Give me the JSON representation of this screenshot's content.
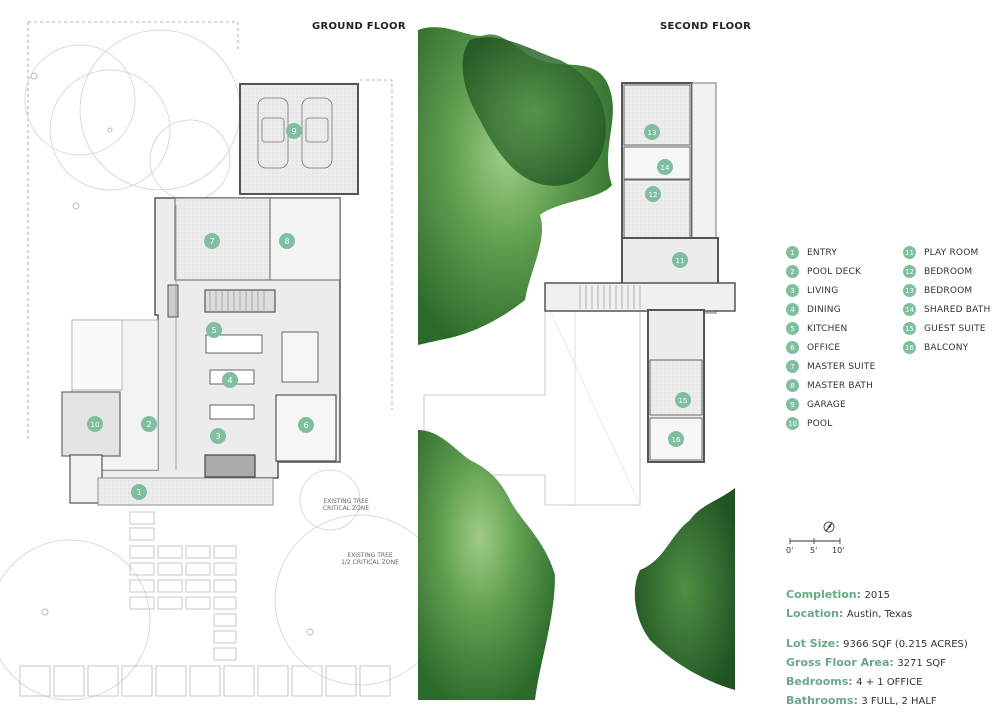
{
  "plans": {
    "ground_title": "GROUND FLOOR",
    "second_title": "SECOND FLOOR"
  },
  "room_badges": {
    "ground": [
      "1",
      "2",
      "3",
      "4",
      "5",
      "6",
      "7",
      "8",
      "9",
      "10"
    ],
    "second": [
      "11",
      "12",
      "13",
      "14",
      "15",
      "16"
    ]
  },
  "legend": {
    "left": [
      {
        "num": "1",
        "label": "ENTRY"
      },
      {
        "num": "2",
        "label": "POOL DECK"
      },
      {
        "num": "3",
        "label": "LIVING"
      },
      {
        "num": "4",
        "label": "DINING"
      },
      {
        "num": "5",
        "label": "KITCHEN"
      },
      {
        "num": "6",
        "label": "OFFICE"
      },
      {
        "num": "7",
        "label": "MASTER SUITE"
      },
      {
        "num": "8",
        "label": "MASTER BATH"
      },
      {
        "num": "9",
        "label": "GARAGE"
      },
      {
        "num": "10",
        "label": "POOL"
      }
    ],
    "right": [
      {
        "num": "11",
        "label": "PLAY ROOM"
      },
      {
        "num": "12",
        "label": "BEDROOM"
      },
      {
        "num": "13",
        "label": "BEDROOM"
      },
      {
        "num": "14",
        "label": "SHARED BATH"
      },
      {
        "num": "15",
        "label": "GUEST SUITE"
      },
      {
        "num": "16",
        "label": "BALCONY"
      }
    ]
  },
  "scale": {
    "labels": [
      "0'",
      "5'",
      "10'"
    ]
  },
  "annotations": {
    "tree_zone_1": [
      "EXISTING TREE",
      "CRITICAL ZONE"
    ],
    "tree_zone_2": [
      "EXISTING TREE",
      "1/2 CRITICAL ZONE"
    ]
  },
  "facts": [
    {
      "key": "Completion:",
      "value": "2015"
    },
    {
      "key": "Location:",
      "value": "Austin, Texas"
    },
    {
      "key": "Lot Size:",
      "value": "9366 SQF (0.215 ACRES)"
    },
    {
      "key": "Gross Floor Area:",
      "value": "3271 SQF"
    },
    {
      "key": "Bedrooms:",
      "value": "4 + 1 OFFICE"
    },
    {
      "key": "Bathrooms:",
      "value": "3 FULL, 2 HALF"
    }
  ],
  "colors": {
    "badge": "#7fbf9f",
    "fact_key": "#6aa887",
    "tree_dark": "#2f6b2c",
    "tree_light": "#8fc07a",
    "wall": "#555555",
    "floor": "#e9e9e9"
  }
}
